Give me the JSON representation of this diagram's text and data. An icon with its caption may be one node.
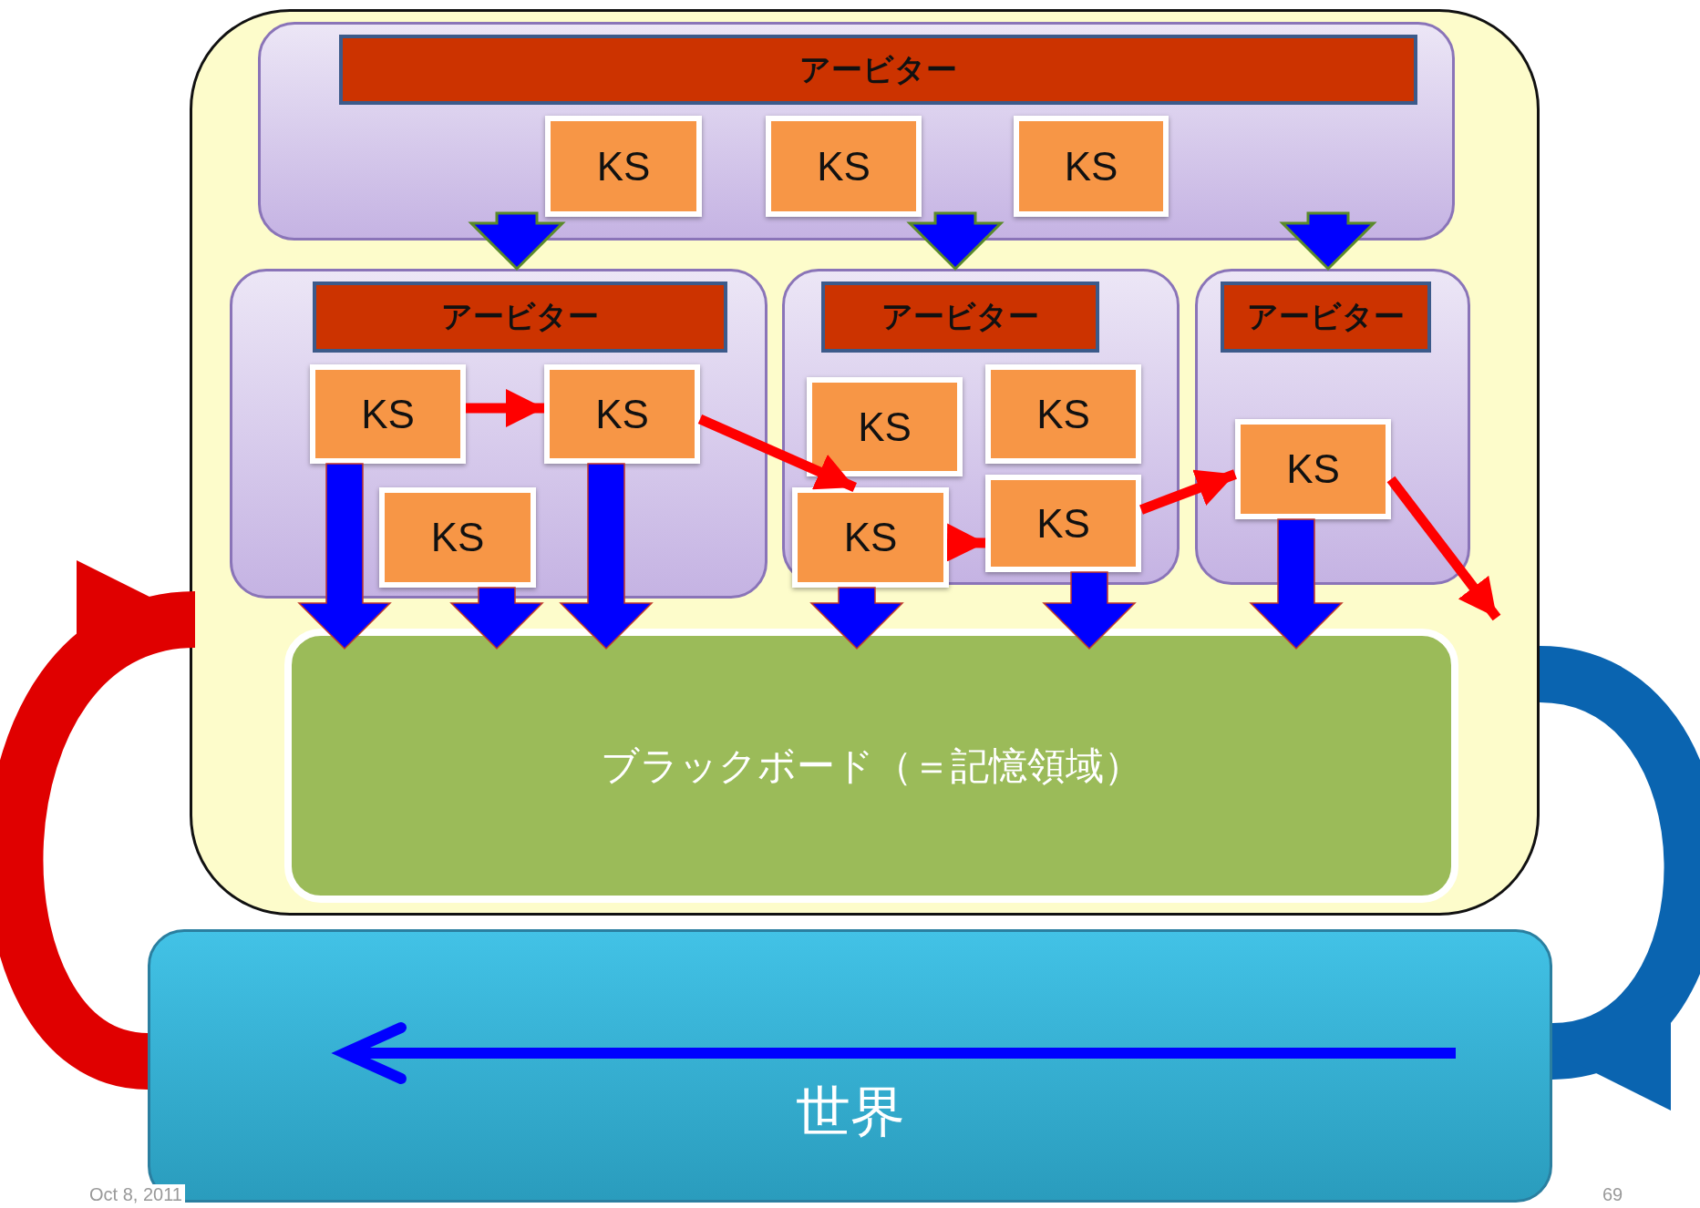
{
  "diagram": {
    "nodes": [
      {
        "text": [],
        "shape": "box"
      },
      {
        "text": [],
        "shape": "box",
        "in": 0
      },
      {
        "text": [
          "アービター"
        ],
        "in": 1
      },
      {
        "text": [
          "KS"
        ],
        "in": 1
      },
      {
        "text": [
          "KS"
        ],
        "in": 1
      },
      {
        "text": [
          "KS"
        ],
        "in": 1
      },
      {
        "text": [],
        "shape": "box",
        "in": 0
      },
      {
        "text": [
          "アービター"
        ],
        "in": 6
      },
      {
        "text": [
          "KS"
        ],
        "in": 6
      },
      {
        "text": [
          "KS"
        ],
        "in": 6
      },
      {
        "text": [
          "KS"
        ],
        "in": 6
      },
      {
        "text": [],
        "shape": "box",
        "in": 0
      },
      {
        "text": [
          "アービター"
        ],
        "in": 11
      },
      {
        "text": [
          "KS"
        ],
        "in": 11
      },
      {
        "text": [
          "KS"
        ],
        "in": 11
      },
      {
        "text": [
          "KS"
        ],
        "in": 11
      },
      {
        "text": [
          "KS"
        ],
        "in": 11
      },
      {
        "text": [],
        "shape": "box",
        "in": 0
      },
      {
        "text": [
          "アービター"
        ],
        "in": 17
      },
      {
        "text": [
          "KS"
        ],
        "in": 17
      },
      {
        "text": [
          "ブラックボード（＝記憶領域）"
        ],
        "in": 0
      },
      {
        "text": [
          "世界"
        ]
      }
    ],
    "edges": [
      {
        "from": 1,
        "to": 6,
        "arrow": "to"
      },
      {
        "from": 1,
        "to": 11,
        "arrow": "to"
      },
      {
        "from": 1,
        "to": 17,
        "arrow": "to"
      },
      {
        "from": 8,
        "to": 20,
        "arrow": "to"
      },
      {
        "from": 10,
        "to": 20,
        "arrow": "to"
      },
      {
        "from": 9,
        "to": 20,
        "arrow": "to"
      },
      {
        "from": 15,
        "to": 20,
        "arrow": "to"
      },
      {
        "from": 16,
        "to": 20,
        "arrow": "to"
      },
      {
        "from": 19,
        "to": 20,
        "arrow": "to"
      },
      {
        "from": 8,
        "to": 9,
        "arrow": "to",
        "color": "#ff0000"
      },
      {
        "from": 9,
        "to": 15,
        "arrow": "to",
        "color": "#ff0000"
      },
      {
        "from": 15,
        "to": 16,
        "arrow": "to",
        "color": "#ff0000"
      },
      {
        "from": 16,
        "to": 19,
        "arrow": "to",
        "color": "#ff0000"
      },
      {
        "from": 19,
        "to": null,
        "arrow": "to",
        "color": "#ff0000"
      },
      {
        "from": 21,
        "to": 0,
        "arrow": "to",
        "style": "thick",
        "color": "#e00000"
      },
      {
        "from": 0,
        "to": 21,
        "arrow": "to",
        "style": "thick",
        "color": "#0a64b0"
      }
    ],
    "labels": [
      "Oct 8, 2011",
      "69"
    ]
  }
}
